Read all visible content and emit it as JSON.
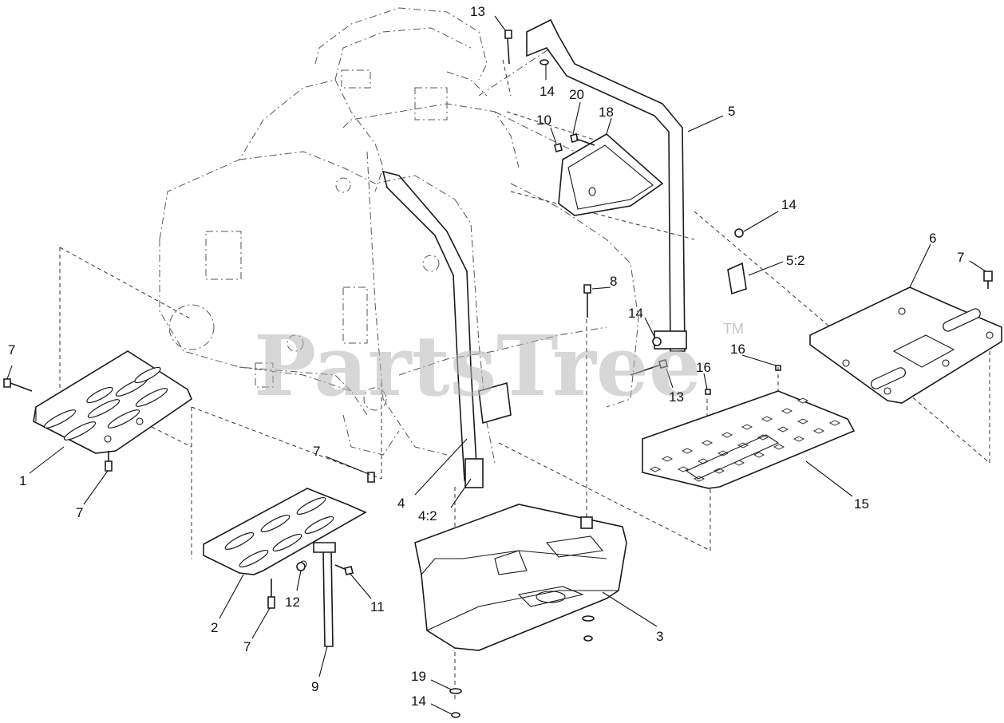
{
  "watermark": {
    "text": "PartsTree",
    "tm": "TM"
  },
  "callouts": [
    {
      "id": "c-13-top",
      "text": "13"
    },
    {
      "id": "c-14-top",
      "text": "14"
    },
    {
      "id": "c-20",
      "text": "20"
    },
    {
      "id": "c-18",
      "text": "18"
    },
    {
      "id": "c-10",
      "text": "10"
    },
    {
      "id": "c-5",
      "text": "5"
    },
    {
      "id": "c-14-right",
      "text": "14"
    },
    {
      "id": "c-5-2",
      "text": "5:2"
    },
    {
      "id": "c-6",
      "text": "6"
    },
    {
      "id": "c-7-right",
      "text": "7"
    },
    {
      "id": "c-8",
      "text": "8"
    },
    {
      "id": "c-14-mid",
      "text": "14"
    },
    {
      "id": "c-16-a",
      "text": "16"
    },
    {
      "id": "c-16-b",
      "text": "16"
    },
    {
      "id": "c-13-mid",
      "text": "13"
    },
    {
      "id": "c-15",
      "text": "15"
    },
    {
      "id": "c-7-left",
      "text": "7"
    },
    {
      "id": "c-1",
      "text": "1"
    },
    {
      "id": "c-7-lower-left",
      "text": "7"
    },
    {
      "id": "c-7-center",
      "text": "7"
    },
    {
      "id": "c-4",
      "text": "4"
    },
    {
      "id": "c-4-2",
      "text": "4:2"
    },
    {
      "id": "c-2",
      "text": "2"
    },
    {
      "id": "c-12",
      "text": "12"
    },
    {
      "id": "c-11",
      "text": "11"
    },
    {
      "id": "c-7-bottom",
      "text": "7"
    },
    {
      "id": "c-9",
      "text": "9"
    },
    {
      "id": "c-3",
      "text": "3"
    },
    {
      "id": "c-19",
      "text": "19"
    },
    {
      "id": "c-14-bottom",
      "text": "14"
    }
  ]
}
